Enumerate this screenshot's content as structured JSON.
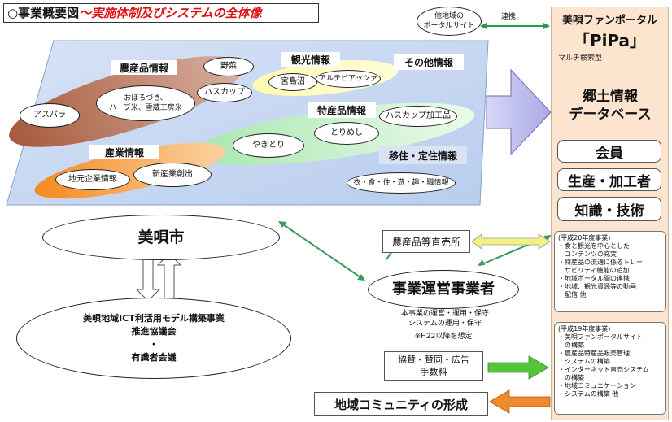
{
  "title": {
    "prefix": "○事業概要図",
    "suffix": "～実施体制及びシステムの全体像"
  },
  "portal_other": "他地域の\nポータルサイト",
  "link_label": "連携",
  "pipa": {
    "title": "美唄ファンポータル",
    "name": "「PiPa」",
    "search_type": "マルチ検索型",
    "db": "郷土情報\nデータベース",
    "items": [
      "会員",
      "生産・加工者",
      "知識・技術"
    ],
    "h20": [
      "(平成20年度事業)",
      "・食と観光を中心とした",
      "　コンテンツの充実",
      "・特産品の流通に係るトレー",
      "　サビリティ機能の追加",
      "・地域ポータル間の連携",
      "・地域、観光資源等の動画",
      "　配信 他"
    ],
    "h19": [
      "(平成19年度事業)",
      "・美唄ファンポータルサイト",
      "　の構築",
      "・農産品特産品販売管理",
      "　システムの構築",
      "・インターネット直売システム",
      "　の構築",
      "・地域コミュニケーション",
      "　システムの構築 他"
    ]
  },
  "categories": {
    "agri": "農産品情報",
    "tourism": "観光情報",
    "other": "その他情報",
    "special": "特産品情報",
    "industry": "産業情報",
    "migration": "移住・定住情報"
  },
  "items": {
    "yasai": "野菜",
    "miyajima": "宮島沼",
    "arte": "アルテピアッツァ",
    "oboro": "おぼろづき、\nハーブ米、雪蔵工房米",
    "haskap": "ハスカップ",
    "asupara": "アスパラ",
    "haskap_kako": "ハスカップ加工品",
    "torimeshi": "とりめし",
    "yakitori": "やきとり",
    "jimoto": "地元企業情報",
    "shinsangyo": "新産業創出",
    "ishoku": "衣・食・住・遊・趣・職情報"
  },
  "bibai": "美唄市",
  "council": "美唄地域ICT利活用モデル構築事業\n推進協議会\n・\n有識者会議",
  "direct_sales": "農産品等直売所",
  "operator": "事業運営事業者",
  "operator_note": "本事業の運営・運用・保守\nシステムの運用・保守",
  "operator_note2": "※H22以降を想定",
  "sponsor": "協賛・賛同・広告\n手数料",
  "community": "地域コミュニティの形成",
  "colors": {
    "pipa_bg": "#fde4cf",
    "big_arrow": "#c3c3f0",
    "green_arrow": "#55c63a",
    "orange_arrow": "#f08a2e",
    "yellow_arrow": "#f3f086"
  }
}
